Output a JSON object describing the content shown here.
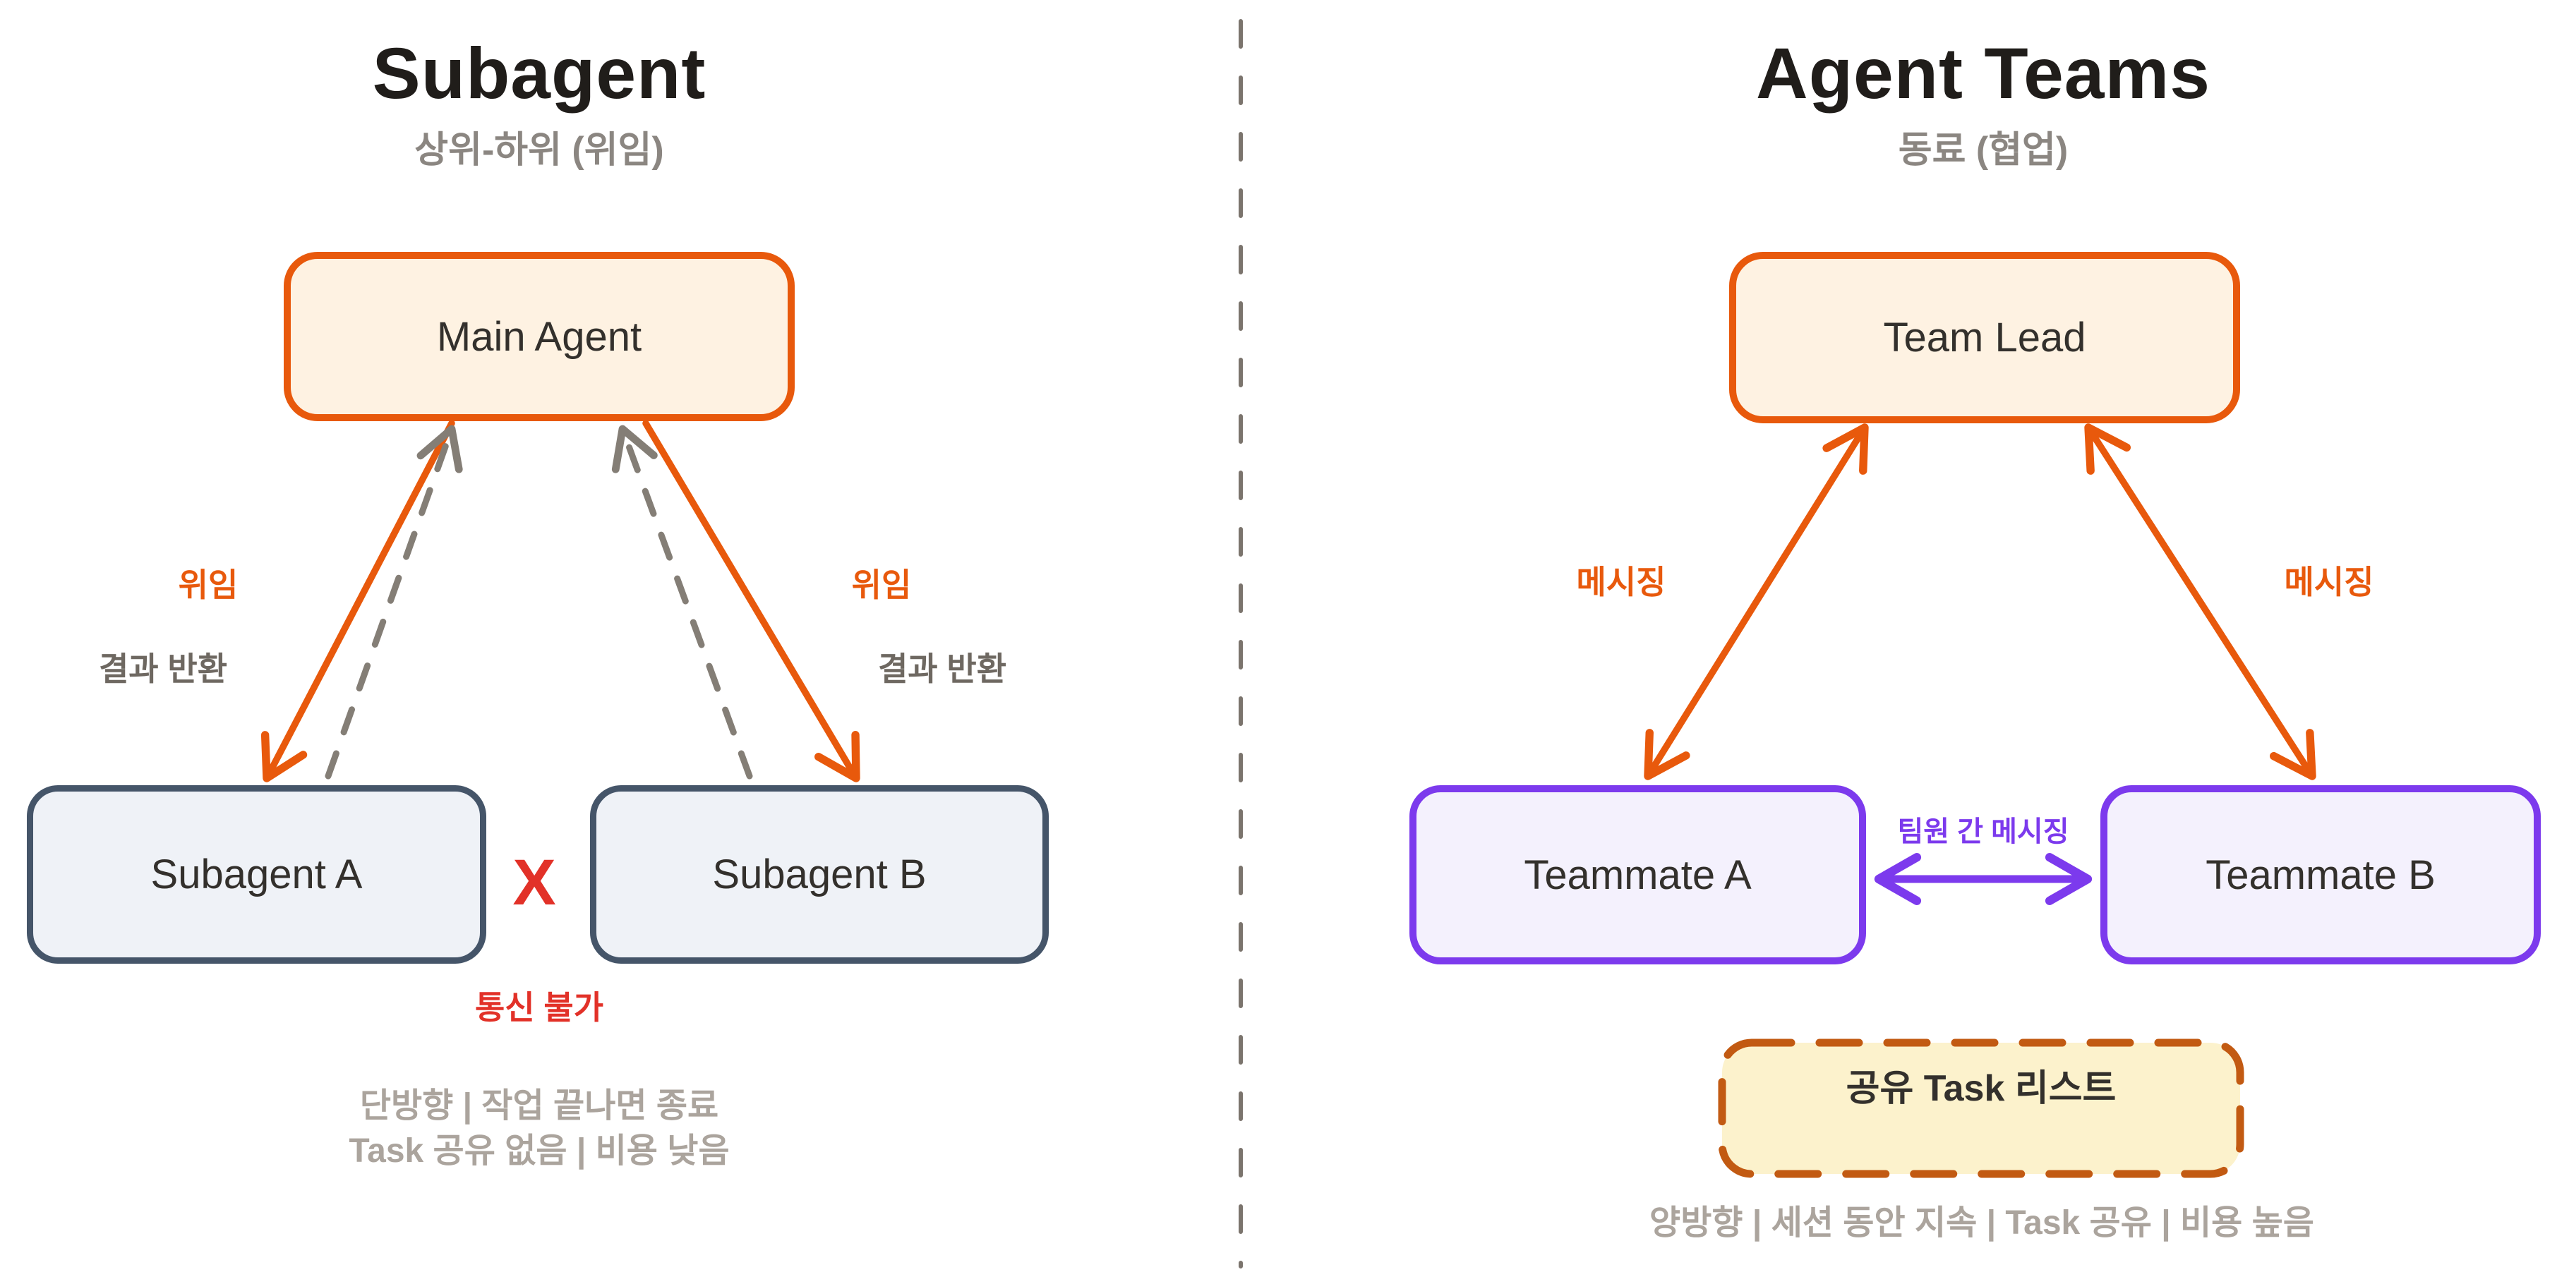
{
  "left": {
    "title": "Subagent",
    "subtitle": "상위-하위 (위임)",
    "main_agent": "Main Agent",
    "subagent_a": "Subagent A",
    "subagent_b": "Subagent B",
    "delegation_left": "위임",
    "delegation_right": "위임",
    "result_return_left": "결과 반환",
    "result_return_right": "결과 반환",
    "x_mark": "X",
    "no_communication": "통신 불가",
    "footer_line1": "단방향 | 작업 끝나면 종료",
    "footer_line2": "Task 공유 없음 | 비용 낮음"
  },
  "right": {
    "title": "Agent Teams",
    "subtitle": "동료 (협업)",
    "team_lead": "Team Lead",
    "teammate_a": "Teammate A",
    "teammate_b": "Teammate B",
    "messaging_left": "메시징",
    "messaging_right": "메시징",
    "peer_messaging": "팀원 간 메시징",
    "shared_task_list": "공유 Task 리스트",
    "footer": "양방향 | 세션 동안 지속 | Task 공유 | 비용 높음"
  },
  "colors": {
    "orange": "#e8590c",
    "orange_fill": "#fef2e2",
    "slate_border": "#455569",
    "slate_fill": "#eff2f7",
    "purple": "#7c3aed",
    "purple_fill": "#f4f1fd",
    "task_border": "#c25a12",
    "task_fill": "#fcf2cc",
    "red": "#e23128",
    "gray_arrow": "#847e76",
    "gray_text": "#aba49d",
    "subtitle_gray": "#8b8681",
    "dark_text": "#33302c"
  }
}
